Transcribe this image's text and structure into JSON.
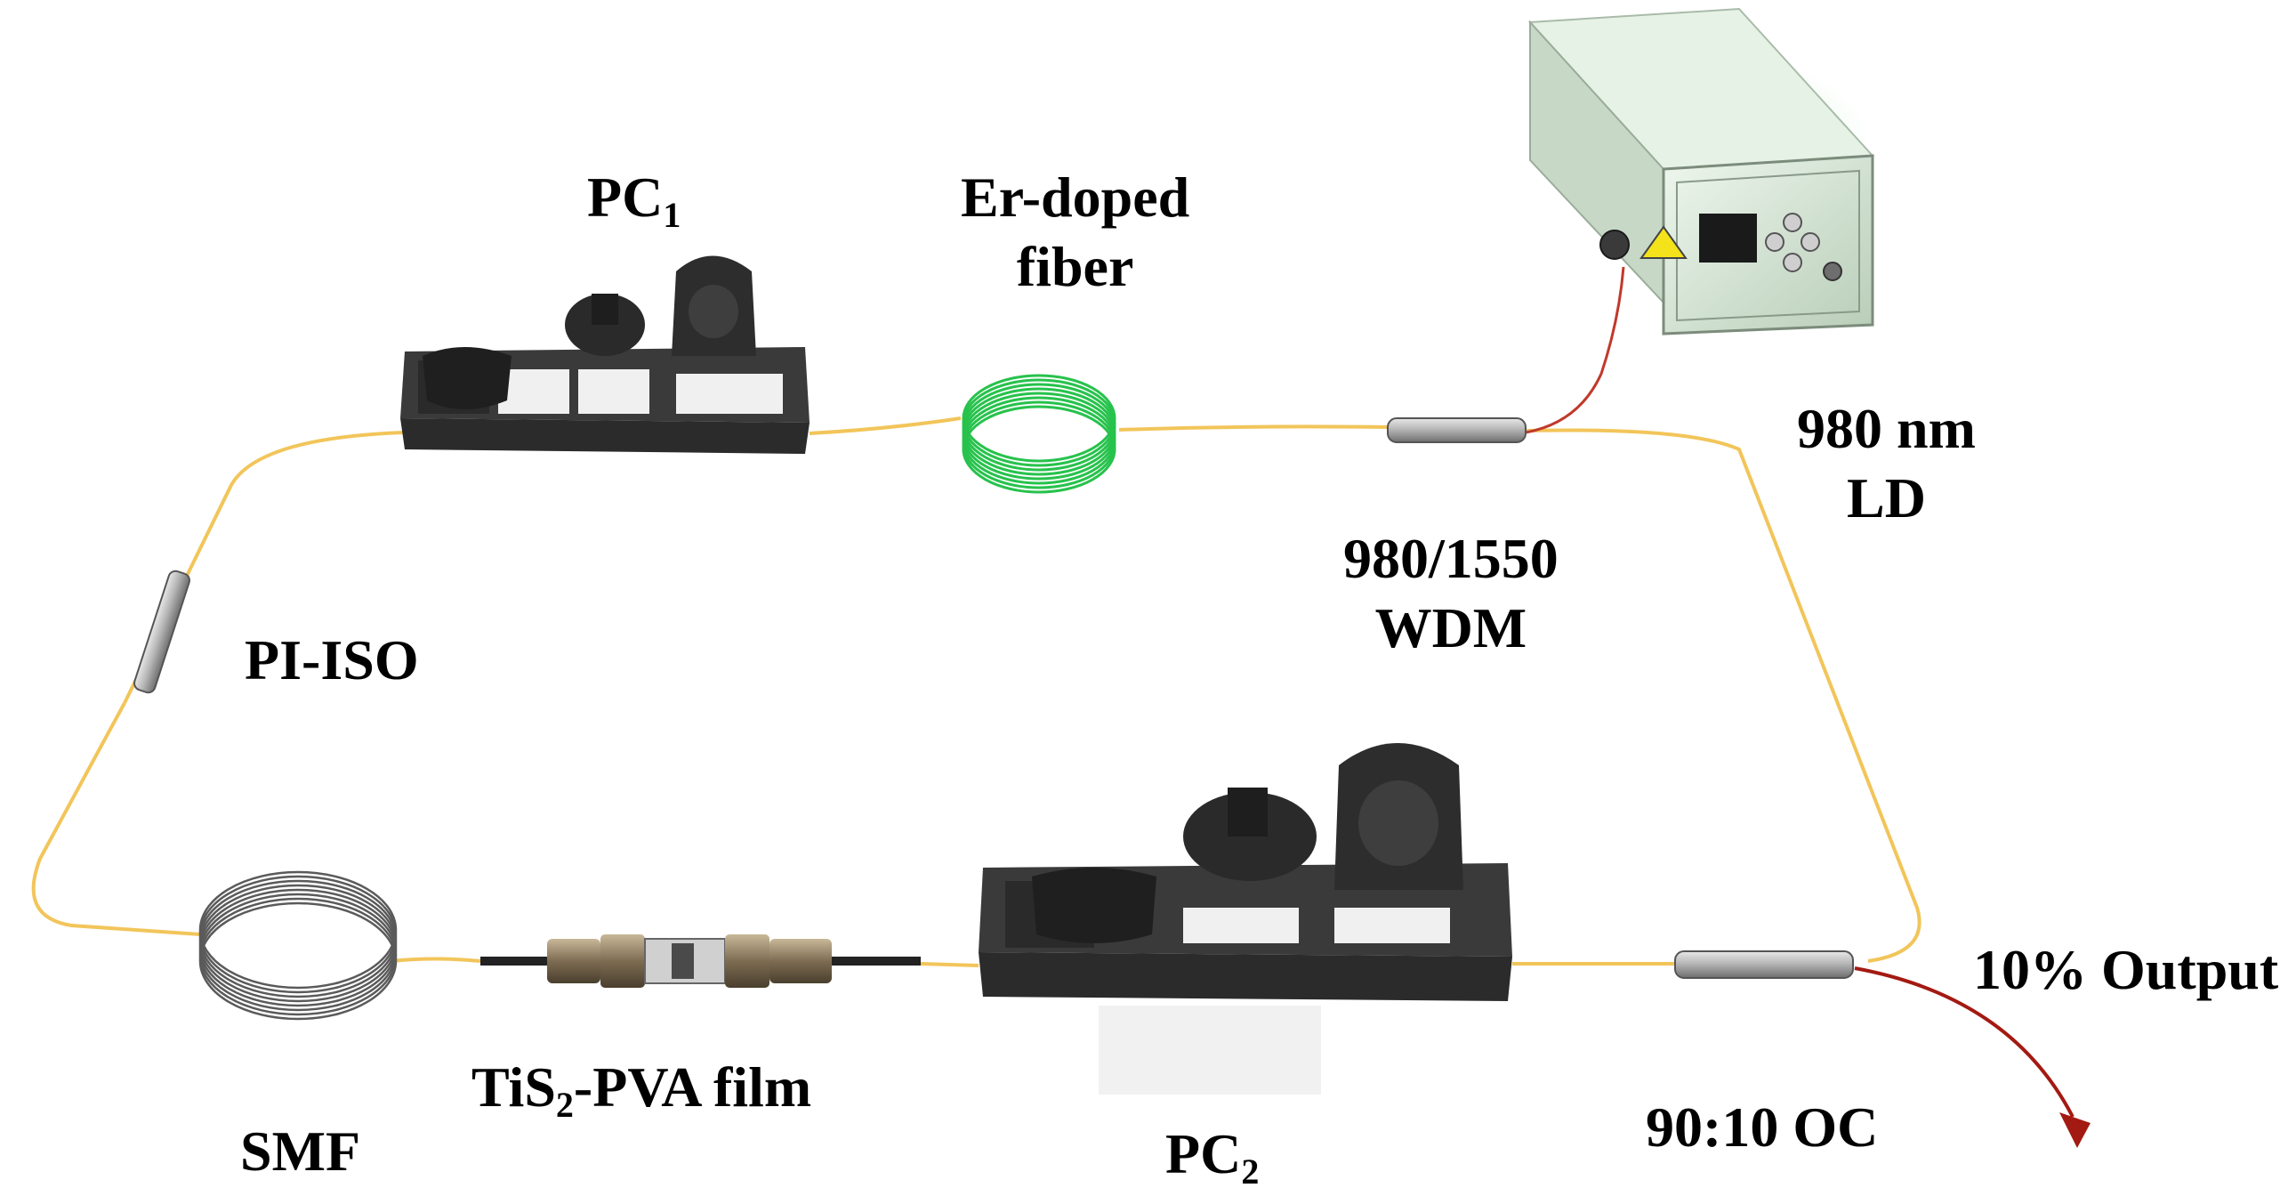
{
  "labels": {
    "pc1": {
      "main": "PC",
      "sub": "1"
    },
    "er_doped": {
      "line1": "Er-doped",
      "line2": "fiber"
    },
    "ld": {
      "line1": "980 nm",
      "line2": "LD"
    },
    "wdm": {
      "line1": "980/1550",
      "line2": "WDM"
    },
    "pi_iso": "PI-ISO",
    "smf": "SMF",
    "tis2": {
      "pre": "TiS",
      "sub": "2",
      "post": "-PVA film"
    },
    "pc2": {
      "main": "PC",
      "sub": "2"
    },
    "oc": "90:10 OC",
    "output": "10% Output"
  },
  "colors": {
    "fiber": "#f2c55a",
    "er_coil": "#27c24c",
    "smf_coil": "#5a5a5a",
    "pc_body": "#2b2b2b",
    "ld_case": "#d9ecd9",
    "pump_fiber": "#c0392b",
    "output_arrow": "#a31a12",
    "coupler": "#b9b9b9"
  }
}
